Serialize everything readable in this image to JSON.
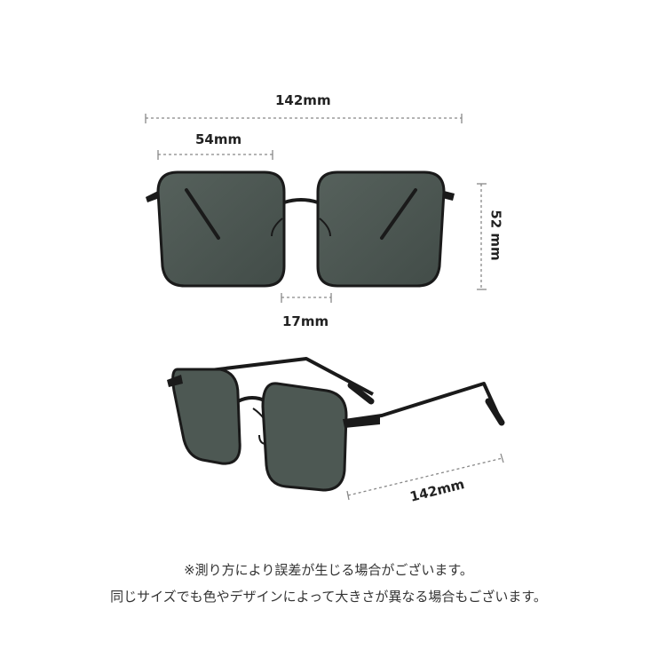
{
  "front_view": {
    "total_width": "142mm",
    "lens_width": "54mm",
    "bridge_width": "17mm",
    "lens_height": "52 mm"
  },
  "side_view": {
    "temple_length": "142mm"
  },
  "notes": [
    "※測り方により誤差が生じる場合がございます。",
    "同じサイズでも色やデザインによって大きさが異なる場合もございます。"
  ],
  "colors": {
    "frame": "#1a1a1a",
    "lens": "#4a5550",
    "dimension_line": "#888888",
    "text": "#222222"
  }
}
